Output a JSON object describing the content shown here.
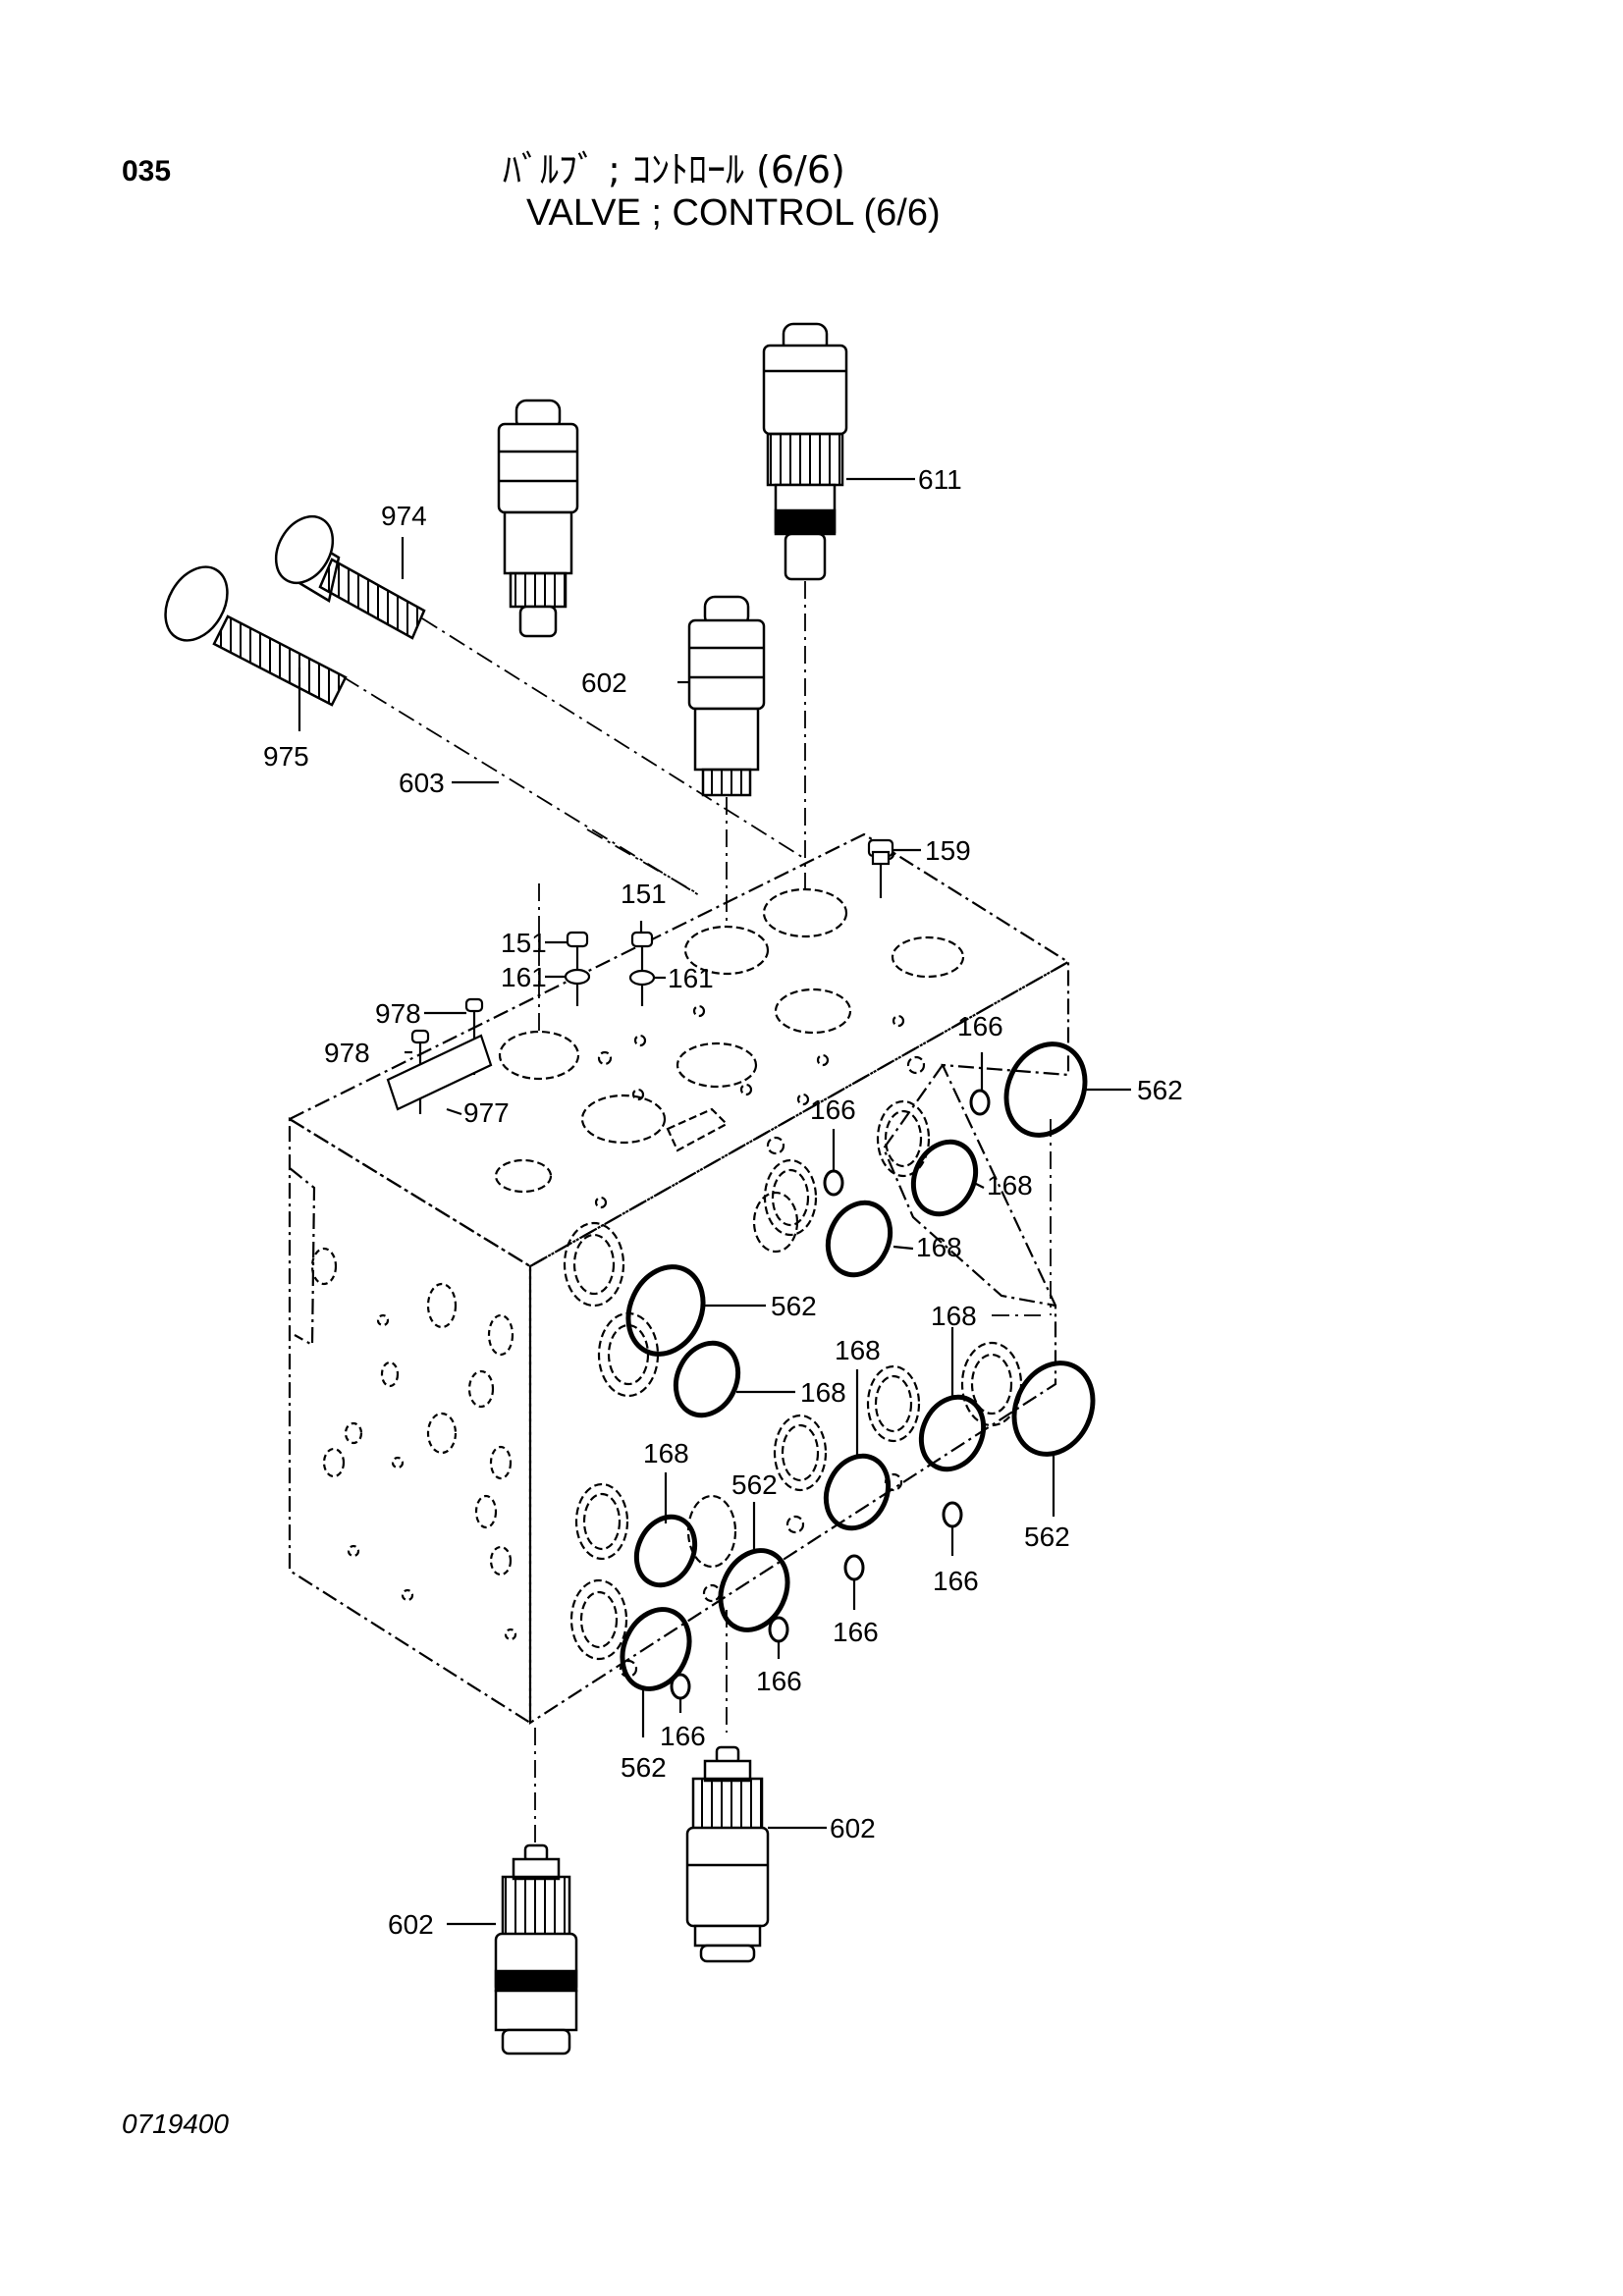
{
  "header": {
    "page_number": "035",
    "title_jp": "ﾊﾞﾙﾌﾞ ; ｺﾝﾄﾛｰﾙ (6/6)",
    "title_en": "VALVE ; CONTROL (6/6)"
  },
  "footer": {
    "drawing_number": "0719400"
  },
  "labels": {
    "p611": "611",
    "p974": "974",
    "p975": "975",
    "p602_top": "602",
    "p603": "603",
    "p159": "159",
    "p151_a": "151",
    "p151_b": "151",
    "p161_a": "161",
    "p161_b": "161",
    "p978_a": "978",
    "p978_b": "978",
    "p977": "977",
    "p166_a": "166",
    "p166_b": "166",
    "p562_a": "562",
    "p168_a": "168",
    "p168_b": "168",
    "p562_b": "562",
    "p168_c": "168",
    "p168_d": "168",
    "p168_e": "168",
    "p168_f": "168",
    "p562_c": "562",
    "p562_d": "562",
    "p166_c": "166",
    "p166_d": "166",
    "p166_e": "166",
    "p166_f": "166",
    "p562_e": "562",
    "p602_mid": "602",
    "p602_low": "602"
  }
}
